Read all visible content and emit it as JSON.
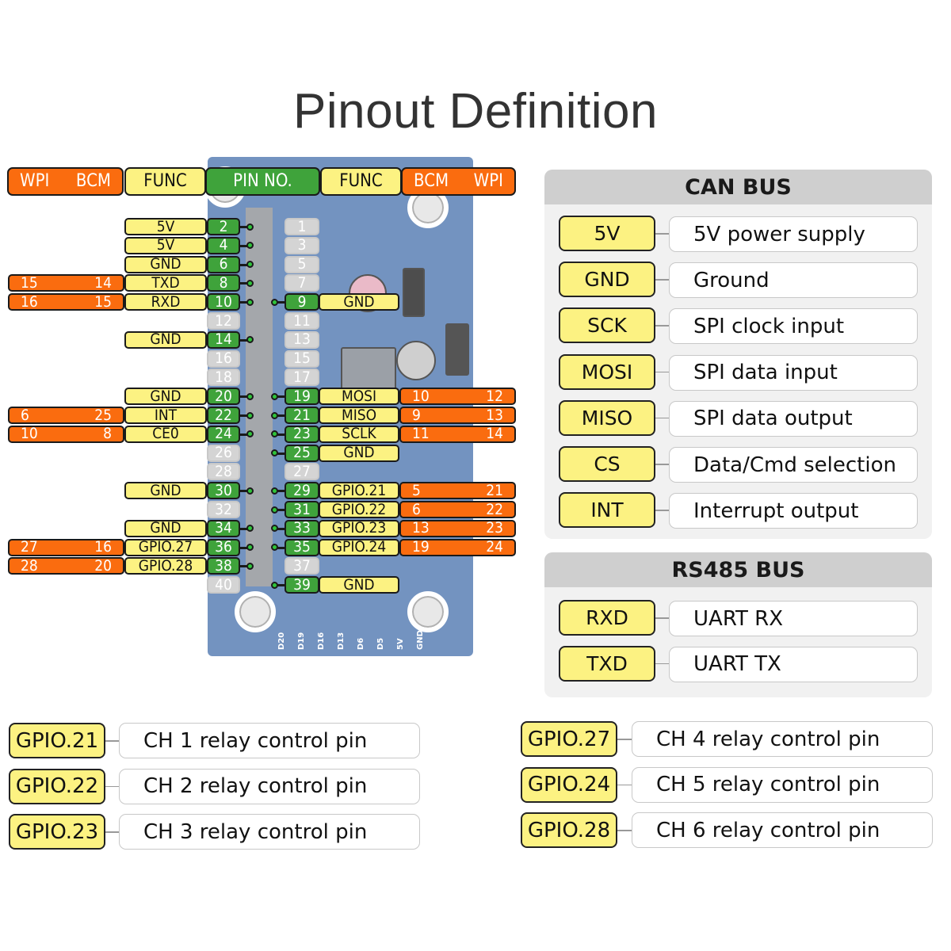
{
  "title": "Pinout Definition",
  "header": {
    "left": {
      "wpi": "WPI",
      "bcm": "BCM",
      "func": "FUNC"
    },
    "center": "PIN NO.",
    "right": {
      "func": "FUNC",
      "bcm": "BCM",
      "wpi": "WPI"
    }
  },
  "colors": {
    "yellow": "#fcf282",
    "green": "#3fa33b",
    "orange": "#fa6c0f",
    "gray": "#d4d4d4",
    "board": "#6e94c8"
  },
  "pins_left": [
    {
      "pin": "2",
      "func": "5V",
      "bcm": "",
      "wpi": "",
      "active": true
    },
    {
      "pin": "4",
      "func": "5V",
      "bcm": "",
      "wpi": "",
      "active": true
    },
    {
      "pin": "6",
      "func": "GND",
      "bcm": "",
      "wpi": "",
      "active": true
    },
    {
      "pin": "8",
      "func": "TXD",
      "bcm": "14",
      "wpi": "15",
      "active": true
    },
    {
      "pin": "10",
      "func": "RXD",
      "bcm": "15",
      "wpi": "16",
      "active": true
    },
    {
      "pin": "12",
      "func": "",
      "bcm": "",
      "wpi": "",
      "active": false
    },
    {
      "pin": "14",
      "func": "GND",
      "bcm": "",
      "wpi": "",
      "active": true
    },
    {
      "pin": "16",
      "func": "",
      "bcm": "",
      "wpi": "",
      "active": false
    },
    {
      "pin": "18",
      "func": "",
      "bcm": "",
      "wpi": "",
      "active": false
    },
    {
      "pin": "20",
      "func": "GND",
      "bcm": "",
      "wpi": "",
      "active": true
    },
    {
      "pin": "22",
      "func": "INT",
      "bcm": "25",
      "wpi": "6",
      "active": true
    },
    {
      "pin": "24",
      "func": "CE0",
      "bcm": "8",
      "wpi": "10",
      "active": true
    },
    {
      "pin": "26",
      "func": "",
      "bcm": "",
      "wpi": "",
      "active": false
    },
    {
      "pin": "28",
      "func": "",
      "bcm": "",
      "wpi": "",
      "active": false
    },
    {
      "pin": "30",
      "func": "GND",
      "bcm": "",
      "wpi": "",
      "active": true
    },
    {
      "pin": "32",
      "func": "",
      "bcm": "",
      "wpi": "",
      "active": false
    },
    {
      "pin": "34",
      "func": "GND",
      "bcm": "",
      "wpi": "",
      "active": true
    },
    {
      "pin": "36",
      "func": "GPIO.27",
      "bcm": "16",
      "wpi": "27",
      "active": true
    },
    {
      "pin": "38",
      "func": "GPIO.28",
      "bcm": "20",
      "wpi": "28",
      "active": true
    },
    {
      "pin": "40",
      "func": "",
      "bcm": "",
      "wpi": "",
      "active": false
    }
  ],
  "pins_right": [
    {
      "pin": "1",
      "func": "",
      "bcm": "",
      "wpi": "",
      "active": false
    },
    {
      "pin": "3",
      "func": "",
      "bcm": "",
      "wpi": "",
      "active": false
    },
    {
      "pin": "5",
      "func": "",
      "bcm": "",
      "wpi": "",
      "active": false
    },
    {
      "pin": "7",
      "func": "",
      "bcm": "",
      "wpi": "",
      "active": false
    },
    {
      "pin": "9",
      "func": "GND",
      "bcm": "",
      "wpi": "",
      "active": true
    },
    {
      "pin": "11",
      "func": "",
      "bcm": "",
      "wpi": "",
      "active": false
    },
    {
      "pin": "13",
      "func": "",
      "bcm": "",
      "wpi": "",
      "active": false
    },
    {
      "pin": "15",
      "func": "",
      "bcm": "",
      "wpi": "",
      "active": false
    },
    {
      "pin": "17",
      "func": "",
      "bcm": "",
      "wpi": "",
      "active": false
    },
    {
      "pin": "19",
      "func": "MOSI",
      "bcm": "10",
      "wpi": "12",
      "active": true
    },
    {
      "pin": "21",
      "func": "MISO",
      "bcm": "9",
      "wpi": "13",
      "active": true
    },
    {
      "pin": "23",
      "func": "SCLK",
      "bcm": "11",
      "wpi": "14",
      "active": true
    },
    {
      "pin": "25",
      "func": "GND",
      "bcm": "",
      "wpi": "",
      "active": true
    },
    {
      "pin": "27",
      "func": "",
      "bcm": "",
      "wpi": "",
      "active": false
    },
    {
      "pin": "29",
      "func": "GPIO.21",
      "bcm": "5",
      "wpi": "21",
      "active": true
    },
    {
      "pin": "31",
      "func": "GPIO.22",
      "bcm": "6",
      "wpi": "22",
      "active": true
    },
    {
      "pin": "33",
      "func": "GPIO.23",
      "bcm": "13",
      "wpi": "23",
      "active": true
    },
    {
      "pin": "35",
      "func": "GPIO.24",
      "bcm": "19",
      "wpi": "24",
      "active": true
    },
    {
      "pin": "37",
      "func": "",
      "bcm": "",
      "wpi": "",
      "active": false
    },
    {
      "pin": "39",
      "func": "GND",
      "bcm": "",
      "wpi": "",
      "active": true
    }
  ],
  "board_silkscreen": [
    "D20",
    "D19",
    "D16",
    "D13",
    "D6",
    "D5",
    "5V",
    "GND"
  ],
  "can_bus": {
    "title": "CAN BUS",
    "rows": [
      {
        "pin": "5V",
        "desc": "5V power supply"
      },
      {
        "pin": "GND",
        "desc": "Ground"
      },
      {
        "pin": "SCK",
        "desc": "SPI clock input"
      },
      {
        "pin": "MOSI",
        "desc": "SPI data input"
      },
      {
        "pin": "MISO",
        "desc": "SPI data output"
      },
      {
        "pin": "CS",
        "desc": "Data/Cmd selection"
      },
      {
        "pin": "INT",
        "desc": "Interrupt output"
      }
    ]
  },
  "rs485_bus": {
    "title": "RS485 BUS",
    "rows": [
      {
        "pin": "RXD",
        "desc": "UART RX"
      },
      {
        "pin": "TXD",
        "desc": "UART TX"
      }
    ]
  },
  "relays_left": [
    {
      "pin": "GPIO.21",
      "desc": "CH 1 relay control pin"
    },
    {
      "pin": "GPIO.22",
      "desc": "CH 2 relay control pin"
    },
    {
      "pin": "GPIO.23",
      "desc": "CH 3 relay control pin"
    }
  ],
  "relays_right": [
    {
      "pin": "GPIO.27",
      "desc": "CH 4 relay control pin"
    },
    {
      "pin": "GPIO.24",
      "desc": "CH 5 relay control pin"
    },
    {
      "pin": "GPIO.28",
      "desc": "CH 6 relay control pin"
    }
  ]
}
